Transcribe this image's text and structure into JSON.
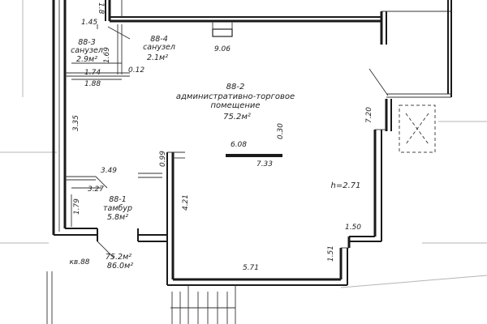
{
  "rooms": [
    {
      "number": "88-2",
      "name_line1": "административно-торговое",
      "name_line2": "помещение",
      "area": "75.2м²"
    },
    {
      "number": "88-3",
      "name": "санузел",
      "area": "2.9м²"
    },
    {
      "number": "88-4",
      "name": "санузел",
      "area": "2.1м²"
    },
    {
      "number": "88-1",
      "name": "тамбур",
      "area": "5.8м²"
    }
  ],
  "dimensions": {
    "d_1_45": "1.45",
    "d_1_69": "1.69",
    "d_0_12": "0.12",
    "d_1_74": "1.74",
    "d_1_88": "1.88",
    "d_9_06": "9.06",
    "d_7_20": "7.20",
    "d_3_35": "3.35",
    "d_6_08": "6.08",
    "d_0_30": "0.30",
    "d_7_33": "7.33",
    "d_0_99": "0.99",
    "d_3_49": "3.49",
    "d_3_27": "3.27",
    "d_1_79": "1.79",
    "d_4_21": "4.21",
    "d_1_50": "1.50",
    "d_1_51": "1.51",
    "d_5_71": "5.71",
    "d_1_8_top": "1.8"
  },
  "ceiling_height": "h=2.71",
  "apartment": {
    "label": "кв.88",
    "area_line1": "75.2м²",
    "area_line2": "86.0м²"
  },
  "colors": {
    "wall": "#1a1a1a",
    "faint": "#b5b5b5",
    "text": "#222222"
  }
}
